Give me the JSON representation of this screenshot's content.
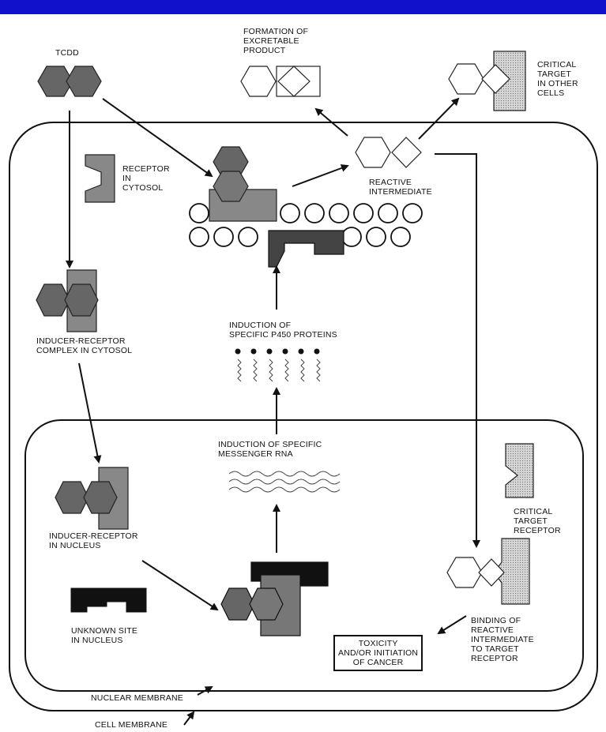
{
  "banner": {
    "color": "#1111cc"
  },
  "labels": {
    "tcdd": "TCDD",
    "formation": "FORMATION OF\nEXCRETABLE\nPRODUCT",
    "critical_other": "CRITICAL\nTARGET\nIN OTHER\nCELLS",
    "receptor_cytosol": "RECEPTOR\nIN\nCYTOSOL",
    "reactive": "REACTIVE\nINTERMEDIATE",
    "inducer_cytosol": "INDUCER-RECEPTOR\nCOMPLEX IN CYTOSOL",
    "induction_p450": "INDUCTION OF\nSPECIFIC P450 PROTEINS",
    "induction_mrna": "INDUCTION OF SPECIFIC\nMESSENGER RNA",
    "critical_receptor": "CRITICAL\nTARGET\nRECEPTOR",
    "inducer_nucleus": "INDUCER-RECEPTOR\nIN NUCLEUS",
    "unknown_site": "UNKNOWN SITE\nIN NUCLEUS",
    "binding": "BINDING OF\nREACTIVE\nINTERMEDIATE\nTO TARGET\nRECEPTOR",
    "toxicity": "TOXICITY\nAND/OR INITIATION\nOF CANCER",
    "nuclear_membrane": "NUCLEAR MEMBRANE",
    "cell_membrane": "CELL MEMBRANE"
  }
}
